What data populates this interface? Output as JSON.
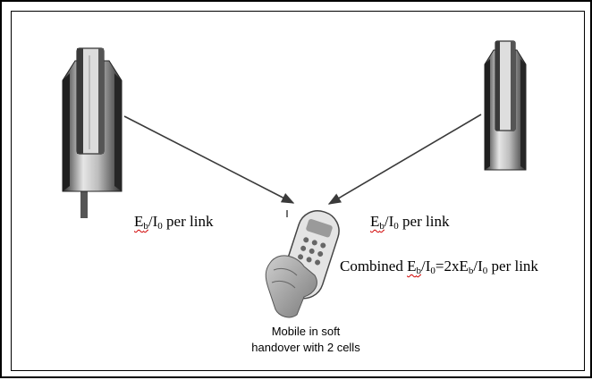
{
  "label_left": {
    "e": "E",
    "b": "b",
    "slash": "/",
    "i": "I",
    "zero": "0",
    "rest": " per link"
  },
  "label_right": {
    "e": "E",
    "b": "b",
    "slash": "/",
    "i": "I",
    "zero": "0",
    "rest": " per link"
  },
  "label_combined": {
    "prefix": "Combined ",
    "e1": "E",
    "b1": "b",
    "slash1": "/",
    "i1": "I",
    "zero1": "0",
    "mid": "=2xE",
    "b2": "b",
    "slash2": "/",
    "i2": "I",
    "zero2": "0",
    "rest": " per link"
  },
  "caption": {
    "line1": "Mobile in soft",
    "line2": "handover with 2 cells"
  },
  "colors": {
    "arrow": "#3a3a3a",
    "antenna_dark": "#3c3c3c",
    "antenna_light": "#d8d8d8",
    "squiggle": "#d00000"
  },
  "icons": [
    "base-station-antenna-icon",
    "mobile-phone-in-hand-icon",
    "arrow-icon"
  ]
}
